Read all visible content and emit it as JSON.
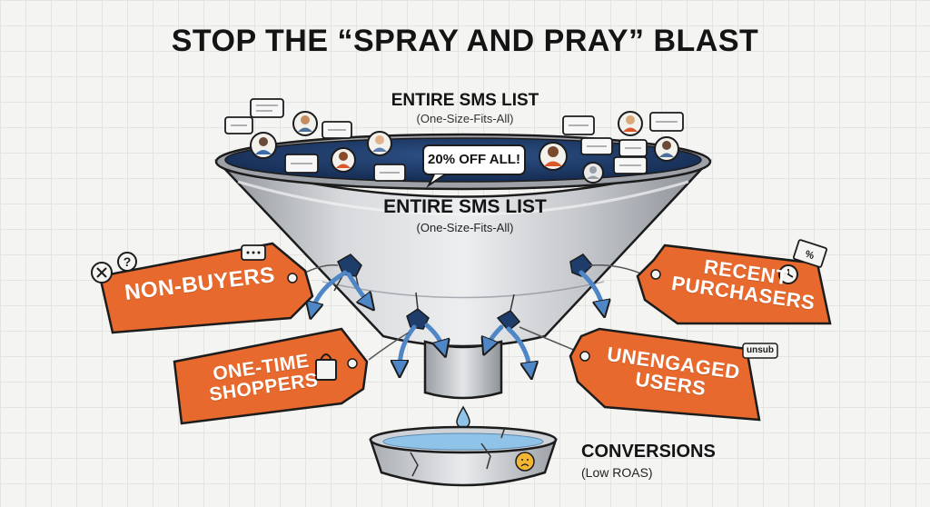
{
  "title": "STOP THE “SPRAY AND PRAY” BLAST",
  "funnel": {
    "top_heading": "ENTIRE SMS LIST",
    "top_subheading": "(One-Size-Fits-All)",
    "body_heading": "ENTIRE SMS LIST",
    "body_subheading": "(One-Size-Fits-All)",
    "offer_bubble": "20% OFF ALL!"
  },
  "segments": [
    {
      "label_line1": "NON-BUYERS",
      "label_line2": ""
    },
    {
      "label_line1": "ONE-TIME",
      "label_line2": "SHOPPERS"
    },
    {
      "label_line1": "RECENT",
      "label_line2": "PURCHASERS"
    },
    {
      "label_line1": "UNENGAGED",
      "label_line2": "USERS"
    }
  ],
  "unsub_label": "unsub",
  "result": {
    "heading": "CONVERSIONS",
    "subheading": "(Low ROAS)"
  },
  "colors": {
    "tag": "#e8692d",
    "funnel_steel": "#b9bcc1",
    "funnel_rim": "#1f3d6b",
    "leak_arrow": "#4f86c6",
    "water": "#8fc3e8"
  },
  "icons": [
    "chat-bubble-icon",
    "person-avatar-icon",
    "cross-icon",
    "question-icon",
    "shopping-bag-icon",
    "clock-icon",
    "coupon-icon",
    "sad-coin-icon",
    "water-drop-icon"
  ]
}
